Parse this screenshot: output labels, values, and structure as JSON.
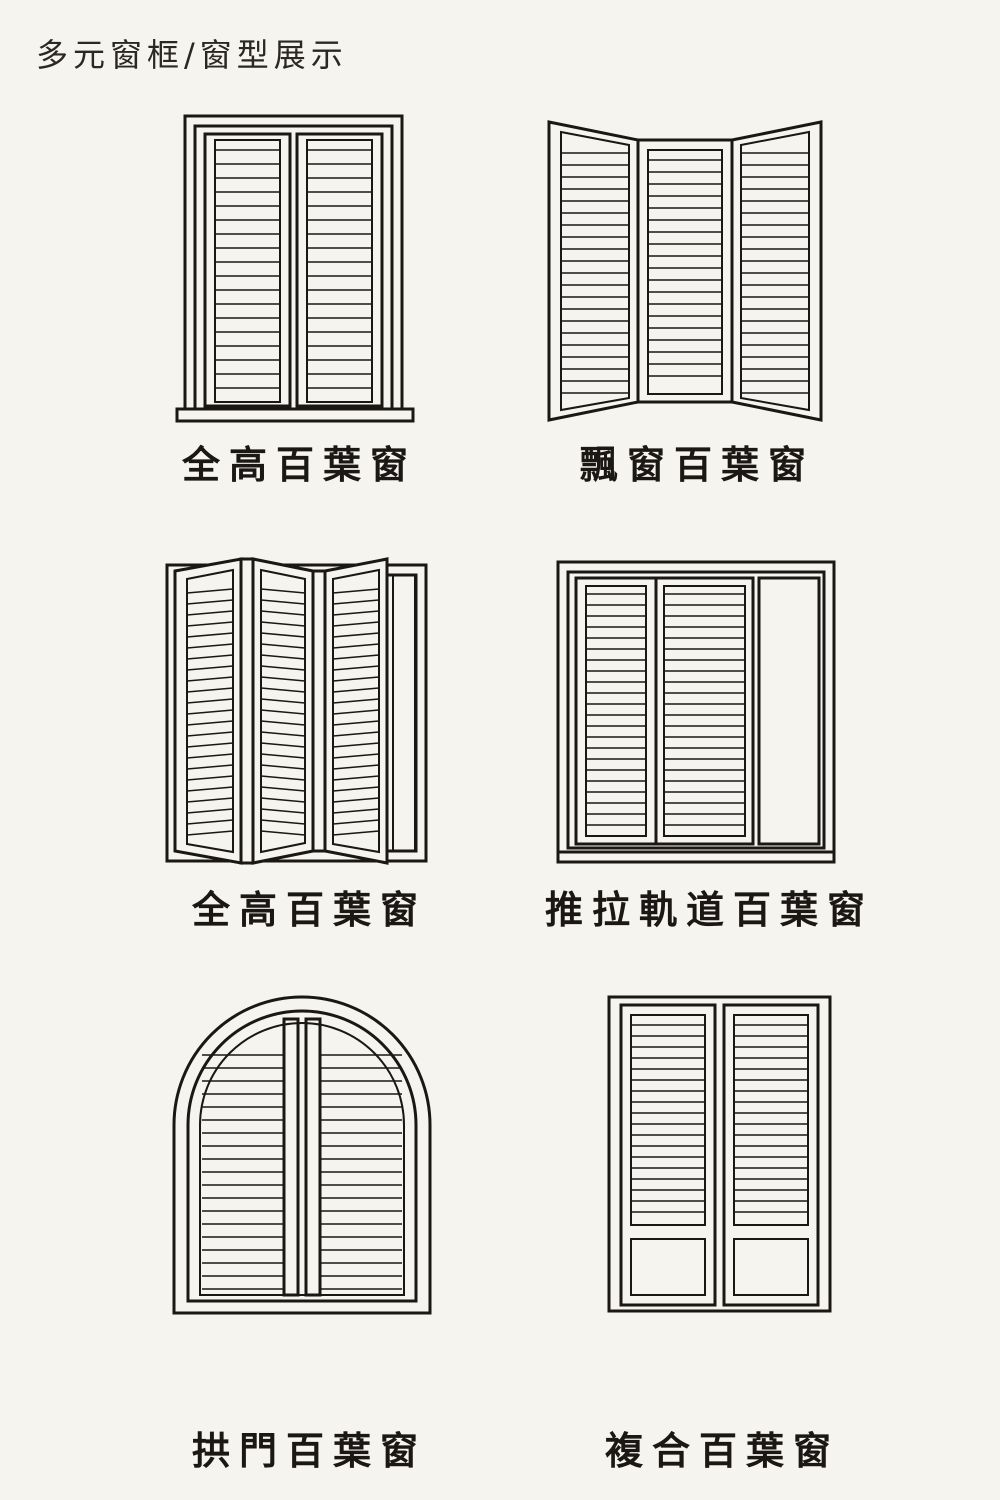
{
  "title": "多元窗框/窗型展示",
  "windows": [
    {
      "label": "全高百葉窗"
    },
    {
      "label": "飄窗百葉窗"
    },
    {
      "label": "全高百葉窗"
    },
    {
      "label": "推拉軌道百葉窗"
    },
    {
      "label": "拱門百葉窗"
    },
    {
      "label": "複合百葉窗"
    }
  ]
}
